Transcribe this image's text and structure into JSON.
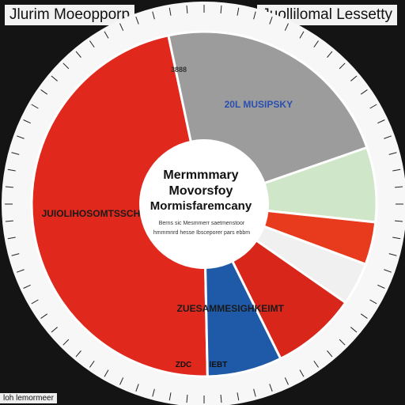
{
  "header": {
    "left_title": "Jlurim Moeopporp",
    "right_title": "Juollilomal Lessetty"
  },
  "footer": {
    "note": "loh lemormeer"
  },
  "center": {
    "line1": "Mermmmary",
    "line2": "Movorsfoy",
    "line3": "Mormisfaremcany",
    "caption1": "Berns sic Mesmmerr saetmenstoor",
    "caption2": "hmmmnrd hesse Ibsceporer pars ebbm"
  },
  "chart_data": {
    "type": "pie",
    "title": "",
    "slices": [
      {
        "label": "JUIOLIHOSOMTSSCHE",
        "value": 47,
        "color": "#e0291c",
        "label_color": "#1a1a1a"
      },
      {
        "label": "20L MUSIPSKY",
        "value": 23,
        "color": "#9c9c9c",
        "label_color": "#2a4fb0"
      },
      {
        "label": "",
        "value": 7,
        "color": "#cfe6c8",
        "label_color": "#1a1a1a"
      },
      {
        "label": "",
        "value": 4,
        "color": "#e83a1c",
        "label_color": "#1a1a1a"
      },
      {
        "label": "",
        "value": 4,
        "color": "#f0f0f0",
        "label_color": "#1a1a1a"
      },
      {
        "label": "",
        "value": 8,
        "color": "#d8261a",
        "label_color": "#1a1a1a"
      },
      {
        "label": "ZUESAMMESIGHKEIMT",
        "value": 7,
        "color": "#1f5aa8",
        "label_color": "#1a1a1a"
      }
    ],
    "extra_labels": {
      "grey_tag": "3888",
      "bottom_tag_left": "ZDC",
      "bottom_tag_right": "lEBT"
    }
  }
}
